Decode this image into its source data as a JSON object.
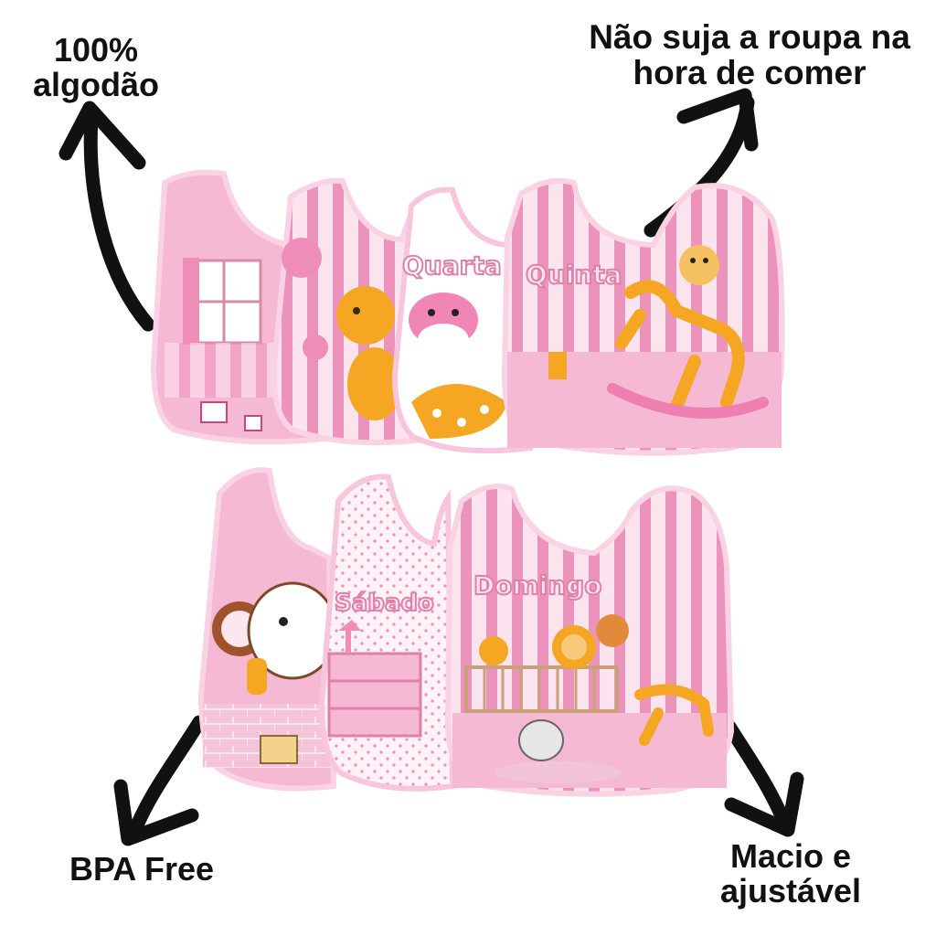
{
  "labels": {
    "top_left": "100% algodão",
    "top_right": "Não suja a roupa na hora de comer",
    "bottom_left": "BPA Free",
    "bottom_right": "Macio e ajustável"
  },
  "bibs": {
    "quarta": "Quarta",
    "quinta": "Quinta",
    "sabado": "Sábado",
    "domingo": "Domingo"
  },
  "colors": {
    "bib_pink": "#f4b6d2",
    "bib_border": "#f7c6dc",
    "stripe": "#e889b4",
    "text_pink": "#e07fa9",
    "arrow": "#111111"
  }
}
